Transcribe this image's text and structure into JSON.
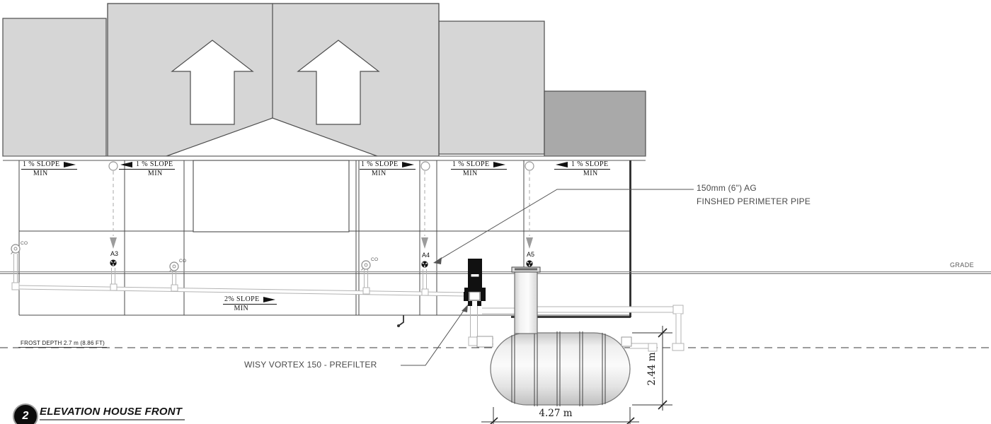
{
  "drawing": {
    "title": {
      "number": "2",
      "label": "ELEVATION HOUSE FRONT"
    },
    "grade_label": "GRADE",
    "frost_depth_label": "FROST DEPTH 2.7 m (8.86 FT)",
    "annotations": {
      "perimeter_pipe_line1": "150mm (6\") AG",
      "perimeter_pipe_line2": "FINSHED PERIMETER PIPE",
      "prefilter": "WISY VORTEX 150 - PREFILTER"
    },
    "slope_labels": {
      "one_percent": "1 % SLOPE",
      "two_percent": "2% SLOPE",
      "min": "MIN"
    },
    "downspout_tags": [
      "A3",
      "A4",
      "A5"
    ],
    "cleanout_tag": "CO",
    "dimensions": {
      "tank_length": "4.27 m",
      "tank_height": "2.44 m"
    },
    "colors": {
      "roof_light": "#d6d6d6",
      "roof_dark": "#a9a9a9",
      "line": "#4a4a4a",
      "pipe_outline": "#b3b3b3",
      "annotation_text": "#4a4a4a"
    }
  }
}
